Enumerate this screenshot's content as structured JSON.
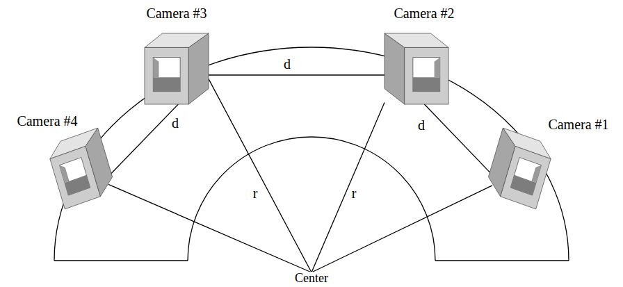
{
  "diagram": {
    "nodes": [
      {
        "text": [
          "Camera #3"
        ]
      },
      {
        "text": [
          "Camera #2"
        ]
      },
      {
        "text": [
          "Camera #4"
        ]
      },
      {
        "text": [
          "Camera #1"
        ]
      },
      {
        "text": [
          "Center"
        ]
      }
    ],
    "edges": [
      {
        "from": 2,
        "to": 0,
        "arrow": "none",
        "label": "d"
      },
      {
        "from": 0,
        "to": 1,
        "arrow": "none",
        "label": "d"
      },
      {
        "from": 1,
        "to": 3,
        "arrow": "none",
        "label": "d"
      },
      {
        "from": 4,
        "to": 0,
        "arrow": "none",
        "label": "r"
      },
      {
        "from": 4,
        "to": 1,
        "arrow": "none",
        "label": "r"
      },
      {
        "from": 4,
        "to": 2,
        "arrow": "none"
      },
      {
        "from": 4,
        "to": 3,
        "arrow": "none"
      }
    ]
  }
}
